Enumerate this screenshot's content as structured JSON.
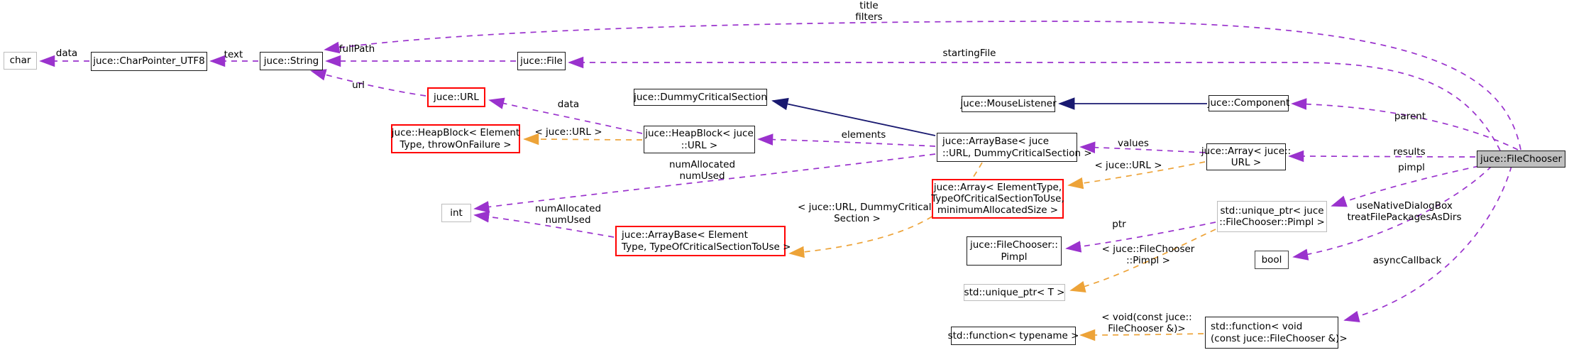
{
  "diagram": {
    "kind": "doxygen-collaboration-graph",
    "subject": "juce::FileChooser",
    "colors": {
      "usage_edge": "#9a32cd",
      "template_edge": "#eda338",
      "inheritance_edge": "#191970",
      "template_node_border": "#ff0000",
      "target_node_fill": "#bfbfbf"
    },
    "nodes": {
      "char": {
        "label": "char"
      },
      "charpointer": {
        "label": "juce::CharPointer_UTF8"
      },
      "string": {
        "label": "juce::String"
      },
      "file": {
        "label": "juce::File"
      },
      "url": {
        "label": "juce::URL"
      },
      "heapblock_t": {
        "line1": "juce::HeapBlock< Element",
        "line2": "Type, throwOnFailure >"
      },
      "heapblock": {
        "line1": "juce::HeapBlock< juce",
        "line2": "::URL >"
      },
      "dummycritical": {
        "label": "juce::DummyCriticalSection"
      },
      "int": {
        "label": "int"
      },
      "arraybase_t": {
        "line1": "juce::ArrayBase< Element",
        "line2": "Type, TypeOfCriticalSectionToUse >"
      },
      "arraybase": {
        "line1": "juce::ArrayBase< juce",
        "line2": "::URL, DummyCriticalSection >"
      },
      "mouselistener": {
        "label": "juce::MouseListener"
      },
      "component": {
        "label": "juce::Component"
      },
      "array": {
        "line1": "juce::Array< juce::",
        "line2": "URL >"
      },
      "array_t": {
        "line1": "juce::Array< ElementType,",
        "line2": "TypeOfCriticalSectionToUse,",
        "line3": "minimumAllocatedSize >"
      },
      "pimpl": {
        "line1": "juce::FileChooser::",
        "line2": "Pimpl"
      },
      "uniqueptr_pimpl": {
        "line1": "std::unique_ptr< juce",
        "line2": "::FileChooser::Pimpl >"
      },
      "bool": {
        "label": "bool"
      },
      "uniqueptr_t": {
        "label": "std::unique_ptr< T >"
      },
      "function_t": {
        "label": "std::function< typename >"
      },
      "function_void": {
        "line1": "std::function< void",
        "line2": "(const juce::FileChooser &)>"
      },
      "filechooser": {
        "label": "juce::FileChooser"
      }
    },
    "edge_labels": {
      "data1": "data",
      "text": "text",
      "fullpath": "fullPath",
      "title_filters": {
        "line1": "title",
        "line2": "filters"
      },
      "startingfile": "startingFile",
      "url": "url",
      "data2": "data",
      "tmpl_heapblock": "< juce::URL >",
      "elements": "elements",
      "numalloc1": {
        "line1": "numAllocated",
        "line2": "numUsed"
      },
      "numalloc2": {
        "line1": "numAllocated",
        "line2": "numUsed"
      },
      "tmpl_arraybase": {
        "line1": "< juce::URL, DummyCritical",
        "line2": "Section >"
      },
      "values": "values",
      "tmpl_array": "< juce::URL >",
      "parent": "parent",
      "results": "results",
      "pimpl": "pimpl",
      "usenative": {
        "line1": "useNativeDialogBox",
        "line2": "treatFilePackagesAsDirs"
      },
      "asynccallback": "asyncCallback",
      "ptr": "ptr",
      "tmpl_uniqueptr": {
        "line1": "< juce::FileChooser",
        "line2": "::Pimpl >"
      },
      "tmpl_function": {
        "line1": "< void(const juce::",
        "line2": "FileChooser &)>"
      }
    }
  }
}
